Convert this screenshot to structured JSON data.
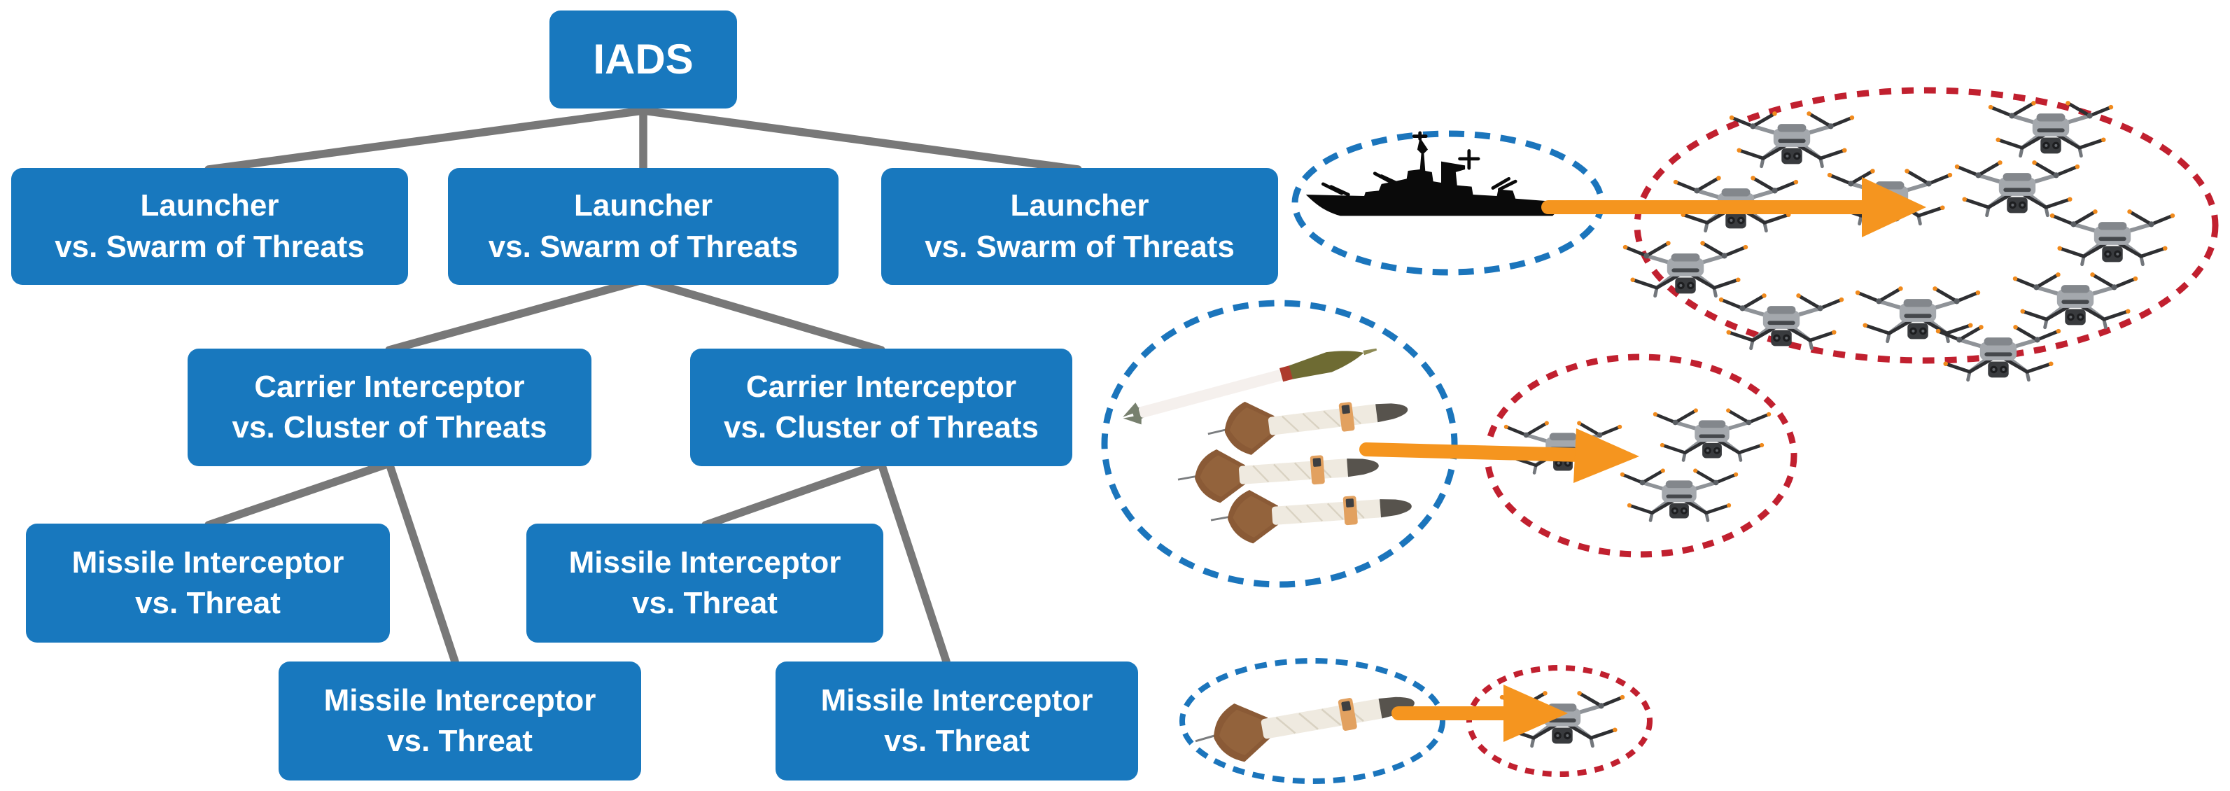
{
  "tree": {
    "root": {
      "label": "IADS"
    },
    "launchers": [
      {
        "label": "Launcher\nvs. Swarm of Threats"
      },
      {
        "label": "Launcher\nvs. Swarm of Threats"
      },
      {
        "label": "Launcher\nvs. Swarm of Threats"
      }
    ],
    "carriers": [
      {
        "label": "Carrier Interceptor\nvs. Cluster of Threats"
      },
      {
        "label": "Carrier Interceptor\nvs. Cluster of Threats"
      }
    ],
    "missiles": [
      {
        "label": "Missile Interceptor\nvs. Threat"
      },
      {
        "label": "Missile Interceptor\nvs. Threat"
      },
      {
        "label": "Missile Interceptor\nvs. Threat"
      },
      {
        "label": "Missile Interceptor\nvs. Threat"
      }
    ]
  },
  "illustrations": {
    "swarm_engagement": {
      "interceptor_icon": "battleship-icon",
      "interceptor_count": 1,
      "threat_icon": "drone-icon",
      "threat_count": 11
    },
    "cluster_engagement": {
      "interceptor_icon": "missile-icon",
      "interceptor_count": 4,
      "threat_icon": "drone-icon",
      "threat_count": 3
    },
    "single_engagement": {
      "interceptor_icon": "missile-icon",
      "interceptor_count": 1,
      "threat_icon": "drone-icon",
      "threat_count": 1
    }
  },
  "colors": {
    "node_fill": "#1878BE",
    "node_text": "#FFFFFF",
    "connector_gray": "#787878",
    "interceptor_ellipse_blue": "#1B75BC",
    "threat_ellipse_red": "#C1202F",
    "arrow_orange": "#F5951F"
  }
}
